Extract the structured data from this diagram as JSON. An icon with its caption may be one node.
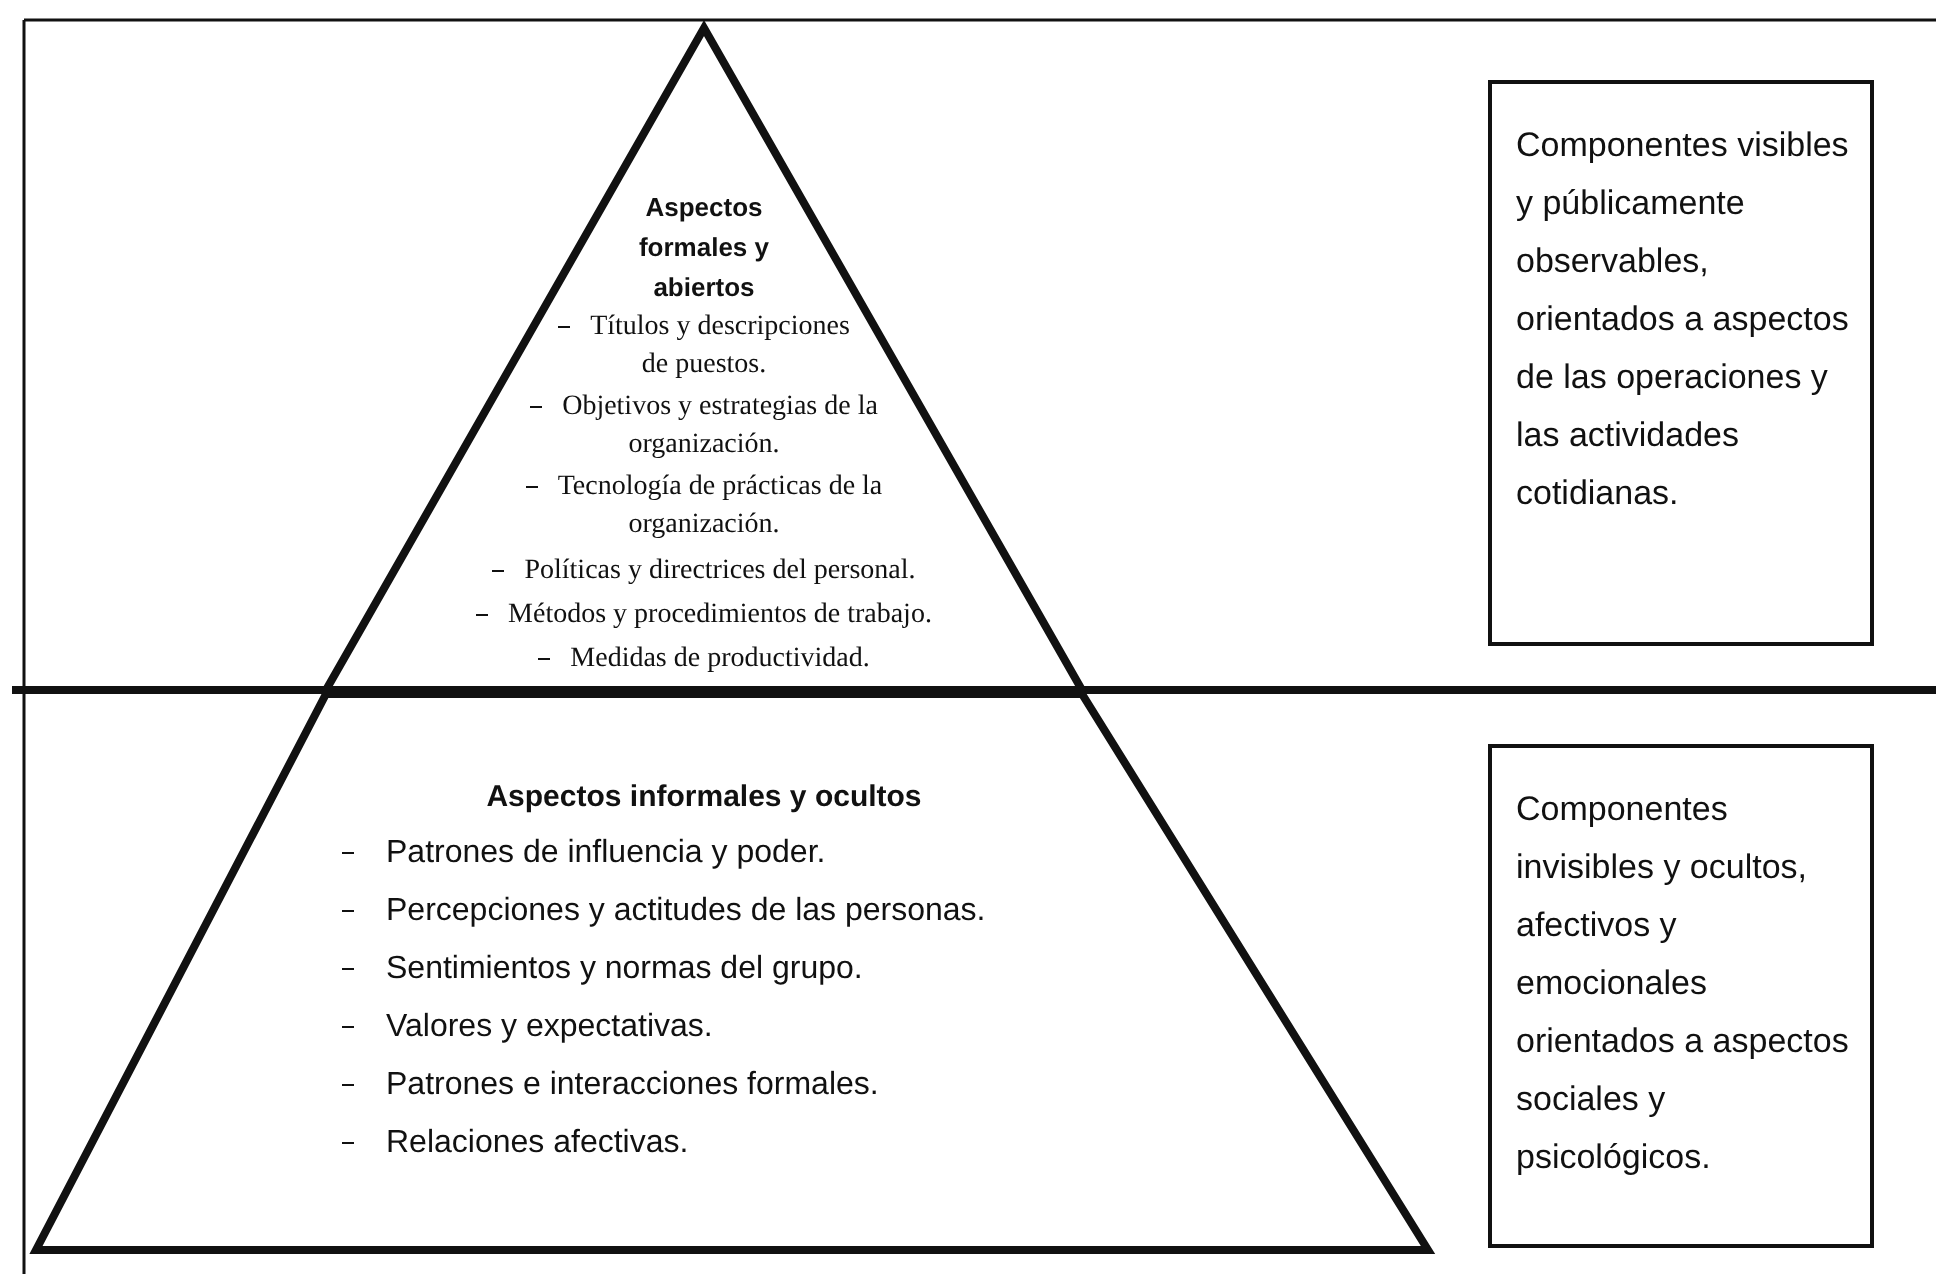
{
  "diagram": {
    "nodes": [
      {
        "text": [
          "Aspectos formales y abiertos",
          "Títulos y descripciones de puestos.",
          "Objetivos y estrategias de la organización.",
          "Tecnología de prácticas de la organización.",
          "Políticas y directrices del personal.",
          "Métodos y procedimientos de trabajo.",
          "Medidas de productividad."
        ]
      },
      {
        "text": [
          "Aspectos informales y ocultos",
          "Patrones de influencia y poder.",
          "Percepciones y actitudes de las personas.",
          "Sentimientos y normas del grupo.",
          "Valores y expectativas.",
          "Patrones e interacciones formales.",
          "Relaciones afectivas."
        ]
      },
      {
        "text": [
          "Componentes visibles y públicamente observables, orientados a aspectos de las operaciones y las actividades cotidianas."
        ]
      },
      {
        "text": [
          "Componentes invisibles y ocultos, afectivos y emocionales orientados a aspectos sociales y psicológicos."
        ]
      }
    ],
    "edges": []
  }
}
